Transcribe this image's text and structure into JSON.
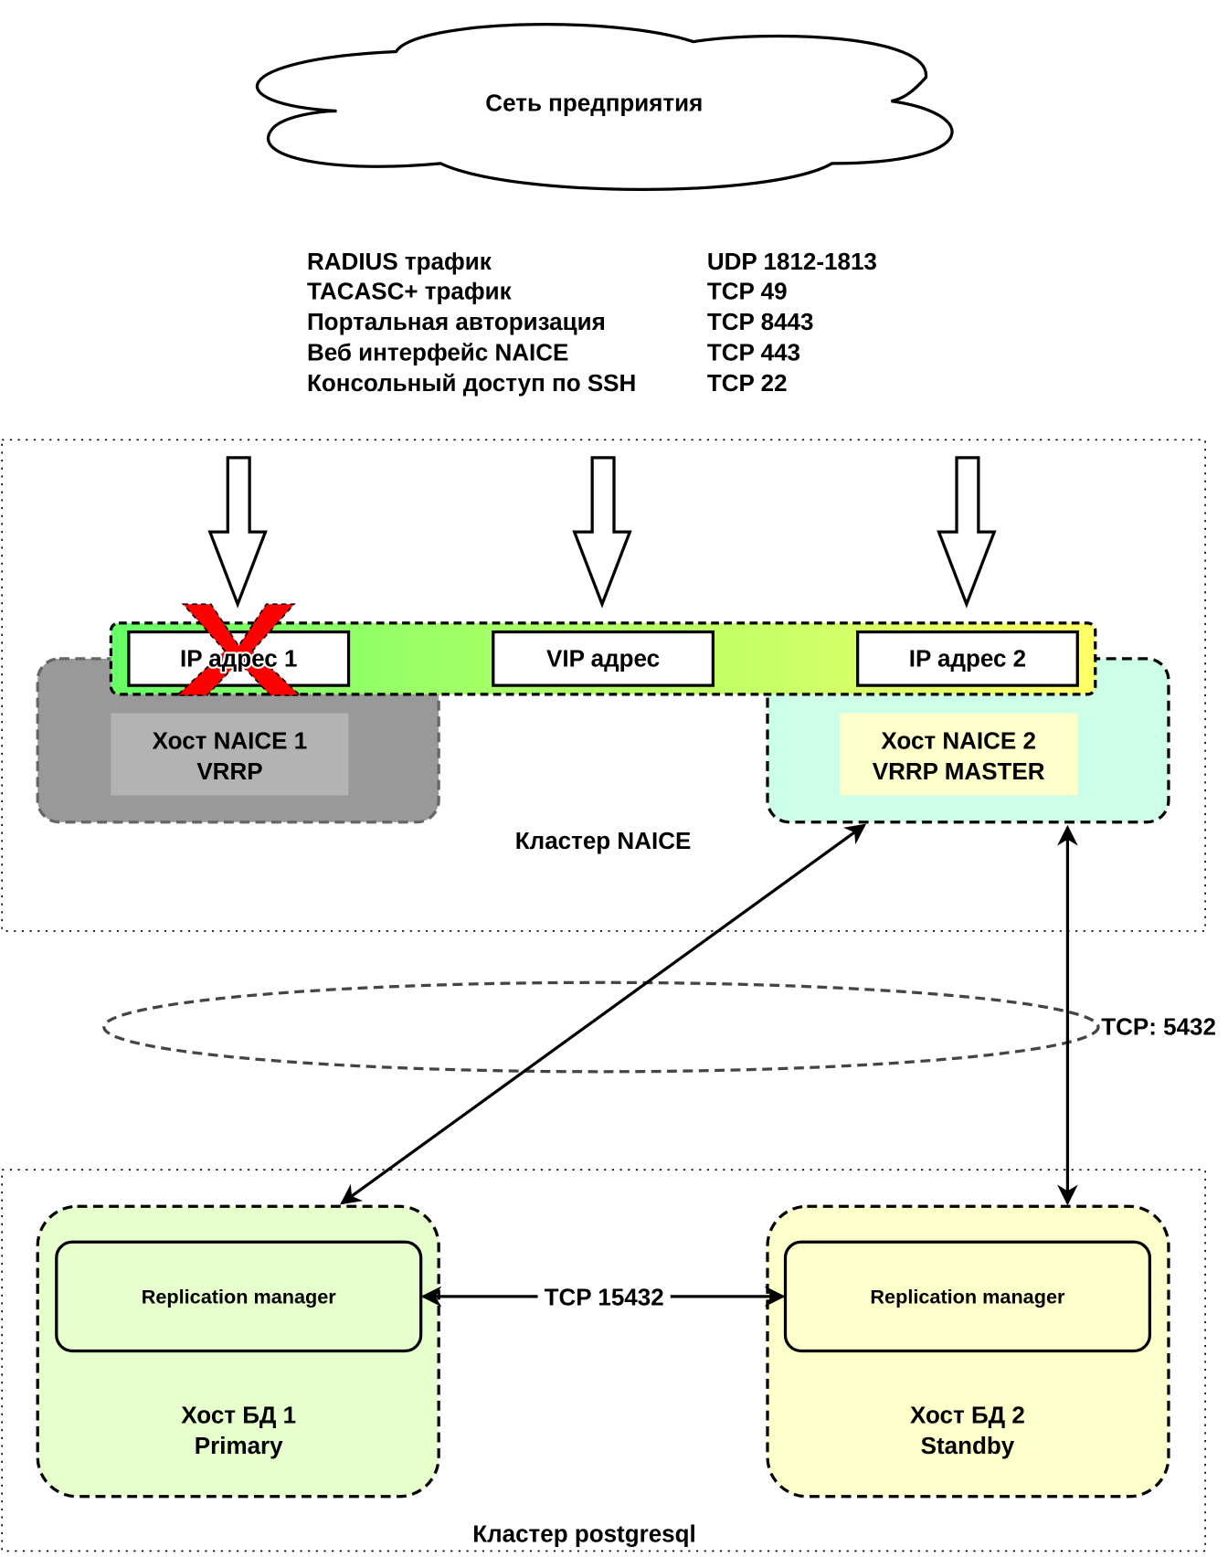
{
  "cloud": {
    "label": "Сеть предприятия"
  },
  "traffic": [
    {
      "name": "RADIUS трафик",
      "port": "UDP 1812-1813"
    },
    {
      "name": "TACASC+ трафик",
      "port": "TCP 49"
    },
    {
      "name": "Портальная авторизация",
      "port": "TCP 8443"
    },
    {
      "name": "Веб интерфейс NAICE",
      "port": "TCP 443"
    },
    {
      "name": "Консольный доступ по SSH",
      "port": "TCP 22"
    }
  ],
  "naice_cluster": {
    "label": "Кластер NAICE",
    "ip1": "IP адрес 1",
    "vip": "VIP адрес",
    "ip2": "IP адрес 2",
    "host1": {
      "line1": "Хост NAICE 1",
      "line2": "VRRP",
      "status": "failed"
    },
    "host2": {
      "line1": "Хост NAICE 2",
      "line2": "VRRP MASTER"
    }
  },
  "links": {
    "tcp_5432": "TCP: 5432",
    "tcp_15432": "TCP 15432"
  },
  "pg_cluster": {
    "label": "Кластер postgresql",
    "db1": {
      "rm": "Replication manager",
      "line1": "Хост БД 1",
      "line2": "Primary"
    },
    "db2": {
      "rm": "Replication manager",
      "line1": "Хост БД 2",
      "line2": "Standby"
    }
  },
  "colors": {
    "failed_host": "#999999",
    "master_host": "#ccffe6",
    "primary_db": "#e6ffcc",
    "standby_db": "#ffffcc",
    "fail_mark": "#ff0000"
  }
}
